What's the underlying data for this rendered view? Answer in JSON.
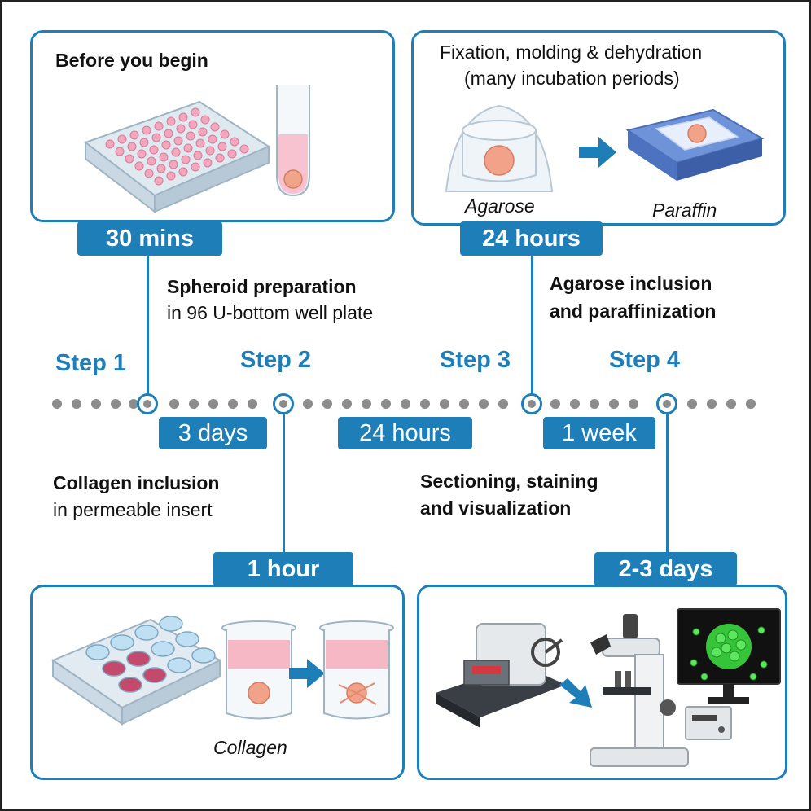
{
  "panels": {
    "before": {
      "title": "Before you begin",
      "duration": "30 mins"
    },
    "fixation": {
      "title_line1": "Fixation, molding & dehydration",
      "title_line2": "(many incubation periods)",
      "caption_left": "Agarose",
      "caption_right": "Paraffin",
      "duration": "24 hours"
    },
    "collagen": {
      "caption": "Collagen",
      "duration": "1 hour"
    },
    "sectioning": {
      "duration": "2-3 days"
    }
  },
  "steps": [
    {
      "label": "Step 1",
      "title": "Spheroid preparation",
      "subtitle": "in 96 U-bottom well plate"
    },
    {
      "label": "Step 2",
      "title": "Collagen inclusion",
      "subtitle": "in permeable insert"
    },
    {
      "label": "Step 3",
      "title_line1": "Agarose inclusion",
      "title_line2": "and paraffinization"
    },
    {
      "label": "Step 4",
      "title_line1": "Sectioning, staining",
      "title_line2": "and visualization"
    }
  ],
  "timeline_durations": [
    "3 days",
    "24 hours",
    "1 week"
  ],
  "colors": {
    "accent": "#1e7fb8",
    "dot": "#8c8c8c",
    "pink": "#f2a7bd",
    "green": "#3ddc3d"
  }
}
